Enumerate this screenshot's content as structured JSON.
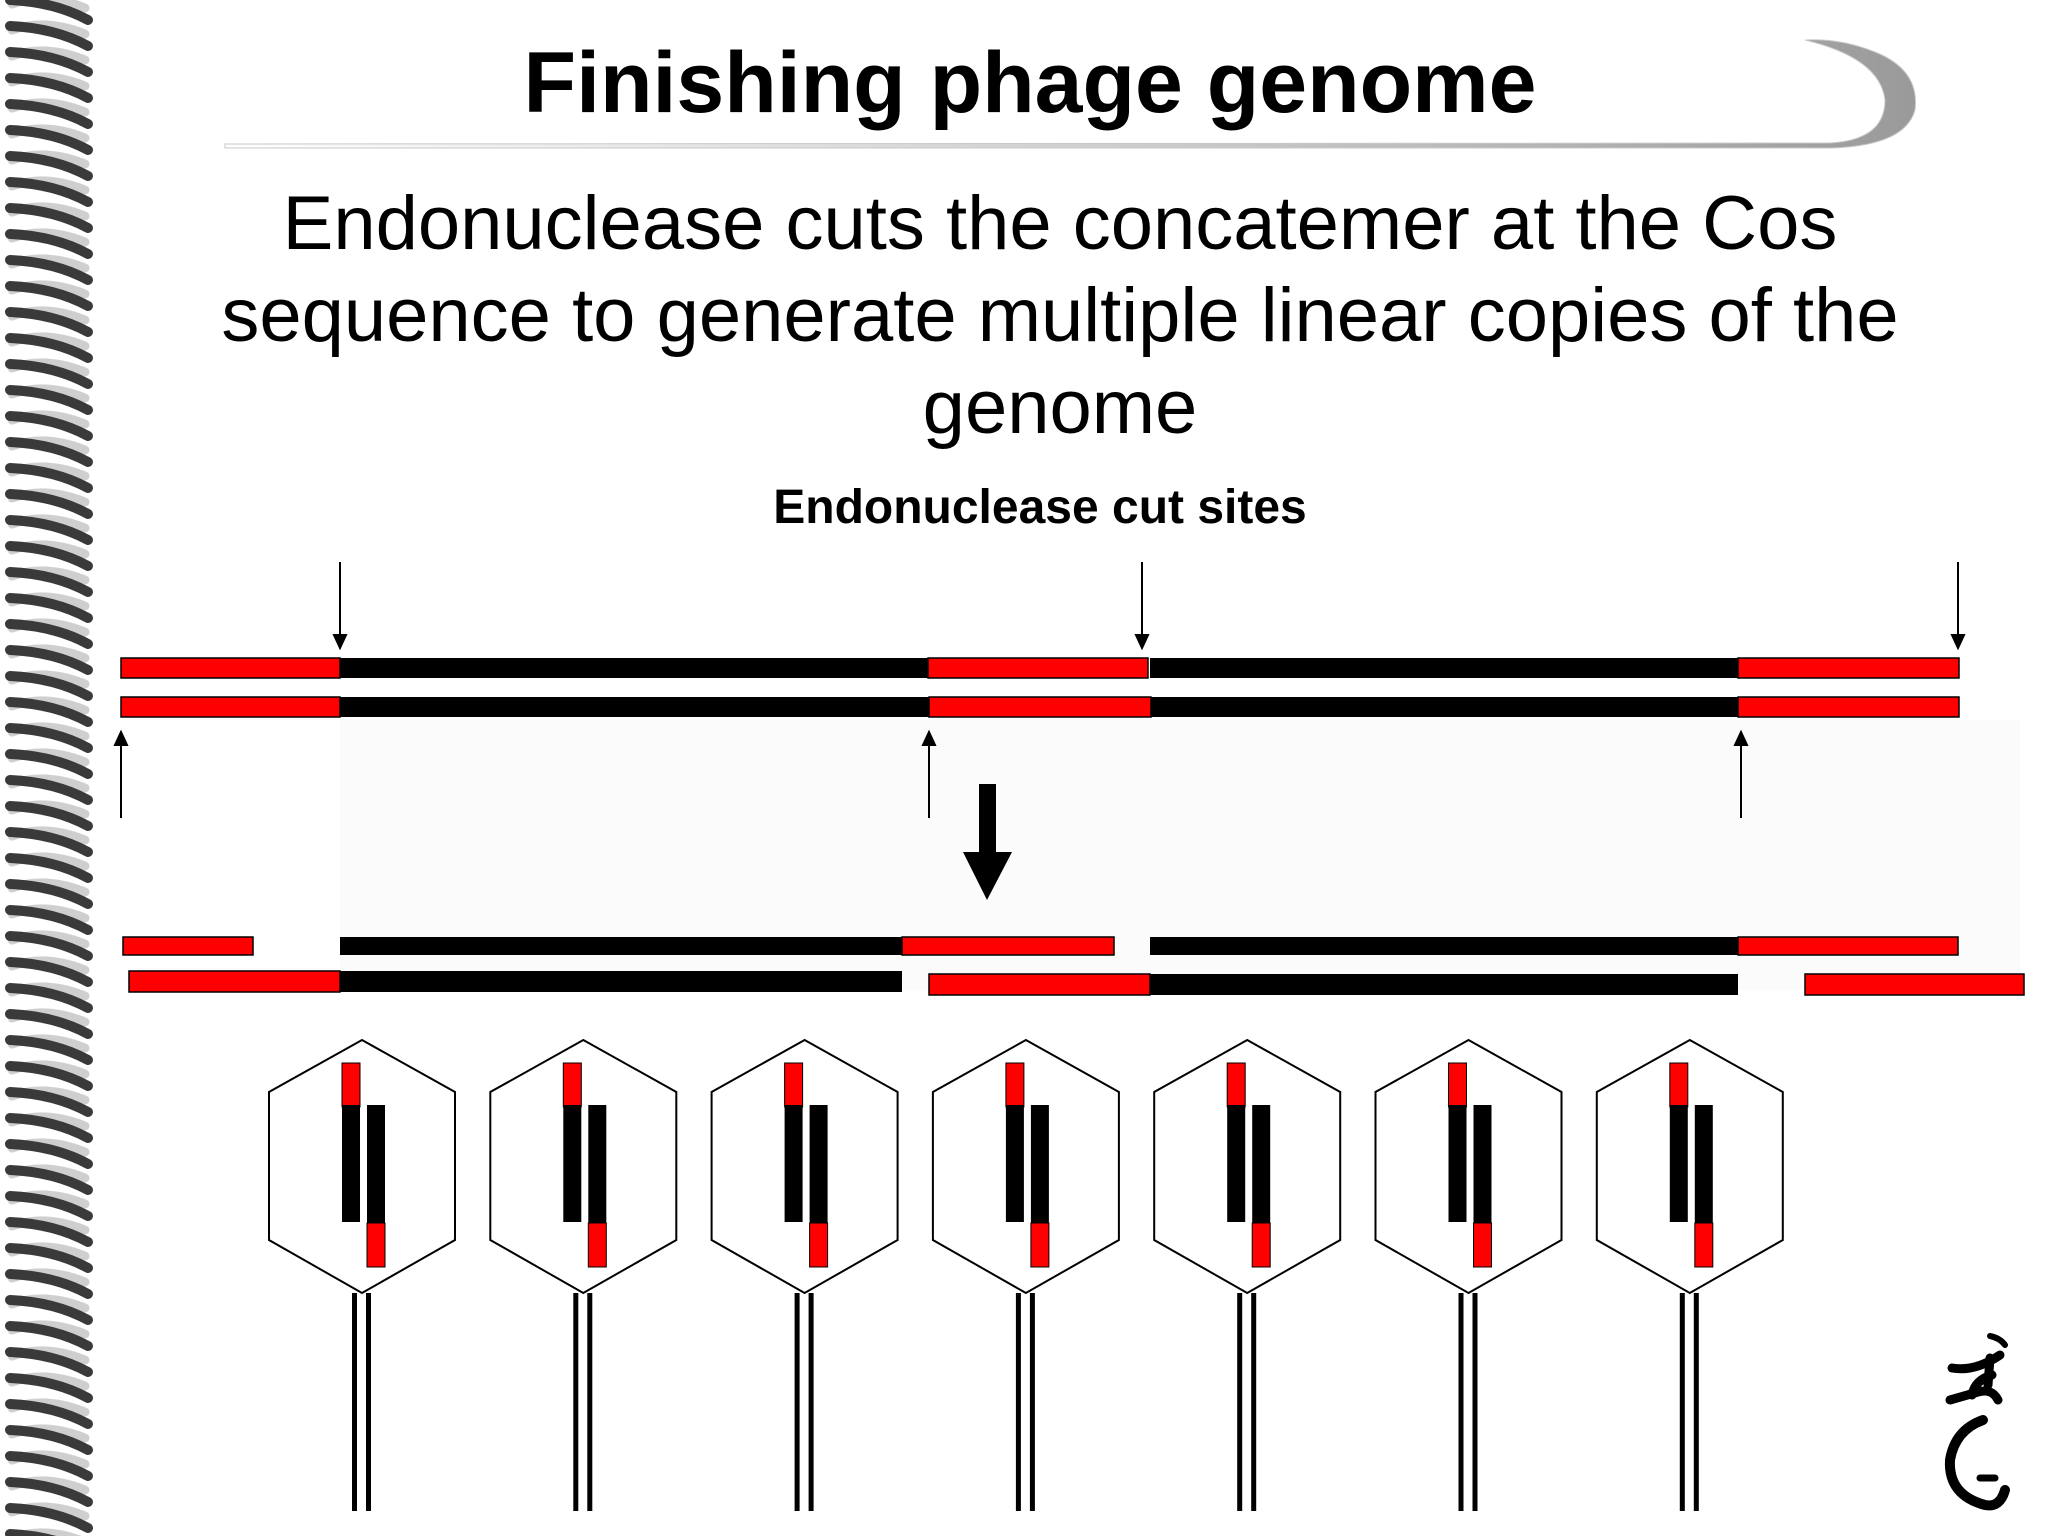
{
  "slide": {
    "title": "Finishing phage genome",
    "body_text": "Endonuclease cuts the concatemer at the Cos sequence to generate multiple linear copies of the genome",
    "cut_sites_label": "Endonuclease cut sites",
    "phage_count": 7
  },
  "colors": {
    "cos_red": "#ff0000",
    "dna_black": "#000000",
    "background": "#ffffff"
  }
}
